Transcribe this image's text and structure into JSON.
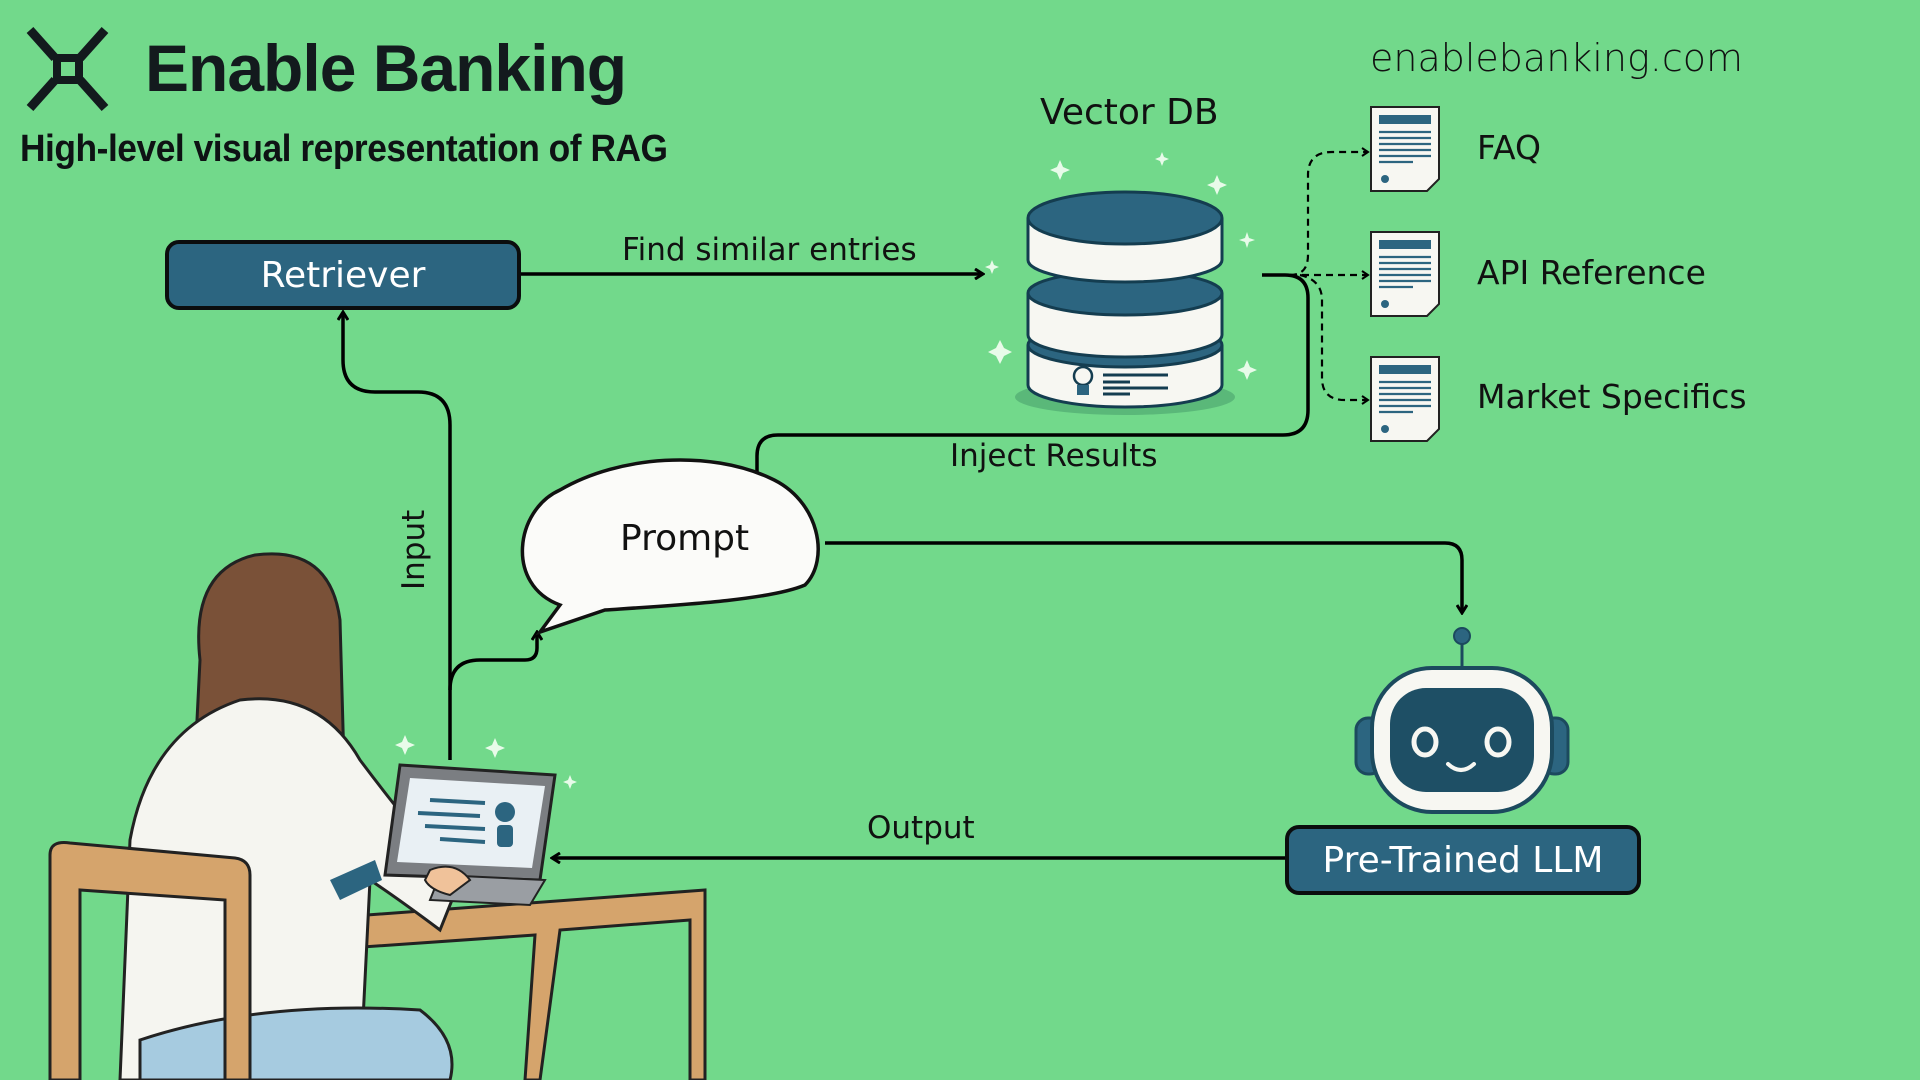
{
  "header": {
    "brand": "Enable Banking",
    "subtitle": "High-level visual representation of RAG",
    "website": "enablebanking.com"
  },
  "nodes": {
    "retriever": "Retriever",
    "vector_db": "Vector DB",
    "prompt": "Prompt",
    "llm": "Pre-Trained LLM"
  },
  "edges": {
    "find_similar": "Find similar entries",
    "inject_results": "Inject Results",
    "input": "Input",
    "output": "Output"
  },
  "documents": [
    {
      "label": "FAQ",
      "icon": "document-icon"
    },
    {
      "label": "API Reference",
      "icon": "document-icon"
    },
    {
      "label": "Market Specifics",
      "icon": "document-icon"
    }
  ],
  "colors": {
    "background": "#72d98b",
    "node_fill": "#2c6580",
    "outline": "#0b0d0e",
    "paper": "#f7f7f2"
  }
}
